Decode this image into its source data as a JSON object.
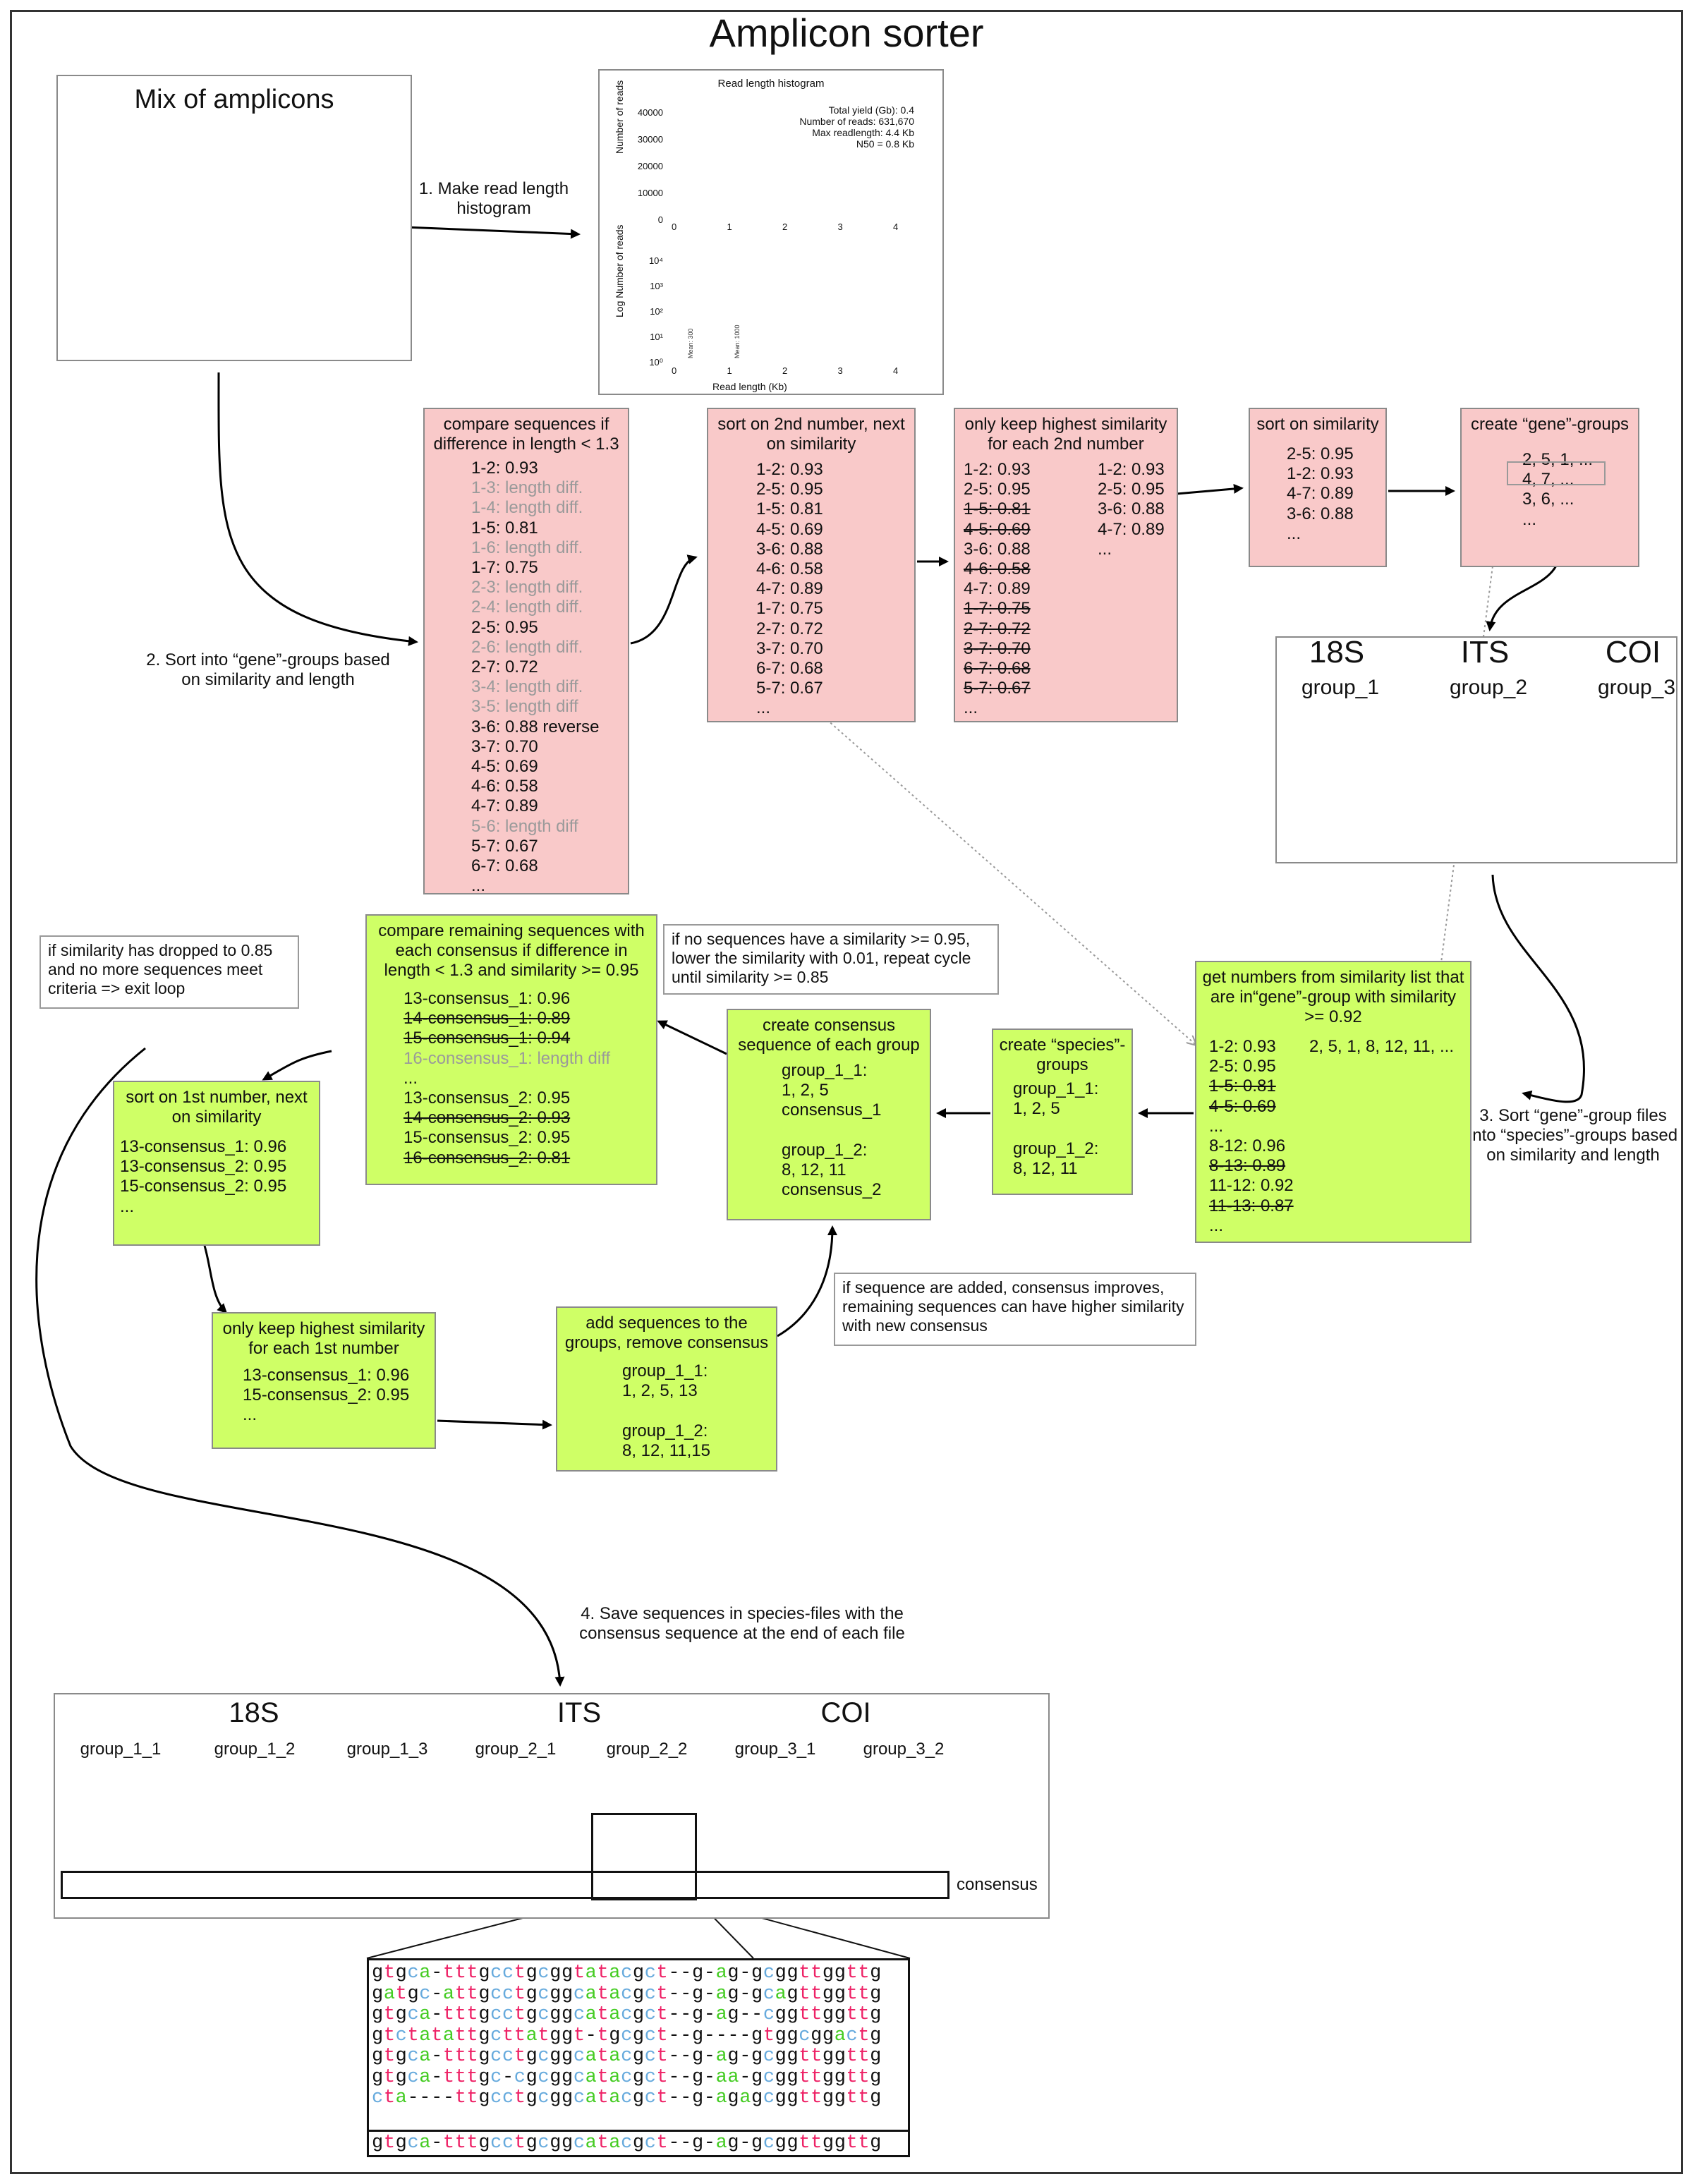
{
  "title": "Amplicon sorter",
  "mix_box": {
    "title": "Mix of amplicons"
  },
  "step1": {
    "label": "1. Make read length histogram"
  },
  "step2": {
    "label": "2. Sort into “gene”-groups based on similarity and length"
  },
  "step3": {
    "label": "3. Sort “gene”-group files into “species”-groups based on similarity and length"
  },
  "step4": {
    "label": "4. Save sequences in species-files with the consensus sequence at the end of each file"
  },
  "histogram": {
    "title": "Read length histogram",
    "stats": [
      "Total yield (Gb): 0.4",
      "Number of reads: 631,670",
      "Max readlength: 4.4 Kb",
      "N50 = 0.8 Kb"
    ],
    "top_ylabel": "Number of reads",
    "top_yticks": [
      "40000",
      "30000",
      "20000",
      "10000",
      "0"
    ],
    "bottom_ylabel": "Log Number of reads",
    "bottom_yticks": [
      "10⁴",
      "10³",
      "10²",
      "10¹",
      "10⁰"
    ],
    "xticks": [
      "0",
      "1",
      "2",
      "3",
      "4"
    ],
    "xlabel": "Read length (Kb)",
    "markers": [
      "Mean: 300",
      "Mean: 1000"
    ],
    "bar_color": "#22aa00"
  },
  "compare_box": {
    "header": "compare sequences if difference in length < 1.3",
    "items": [
      {
        "t": "1-2: 0.93",
        "s": "normal"
      },
      {
        "t": "1-3: length diff.",
        "s": "gray"
      },
      {
        "t": "1-4: length diff.",
        "s": "gray"
      },
      {
        "t": "1-5: 0.81",
        "s": "normal"
      },
      {
        "t": "1-6: length diff.",
        "s": "gray"
      },
      {
        "t": "1-7: 0.75",
        "s": "normal"
      },
      {
        "t": "2-3: length diff.",
        "s": "gray"
      },
      {
        "t": "2-4: length diff.",
        "s": "gray"
      },
      {
        "t": "2-5: 0.95",
        "s": "normal"
      },
      {
        "t": "2-6: length diff.",
        "s": "gray"
      },
      {
        "t": "2-7: 0.72",
        "s": "normal"
      },
      {
        "t": "3-4: length diff.",
        "s": "gray"
      },
      {
        "t": "3-5: length diff",
        "s": "gray"
      },
      {
        "t": "3-6: 0.88 reverse",
        "s": "normal"
      },
      {
        "t": "3-7: 0.70",
        "s": "normal"
      },
      {
        "t": "4-5: 0.69",
        "s": "normal"
      },
      {
        "t": "4-6: 0.58",
        "s": "normal"
      },
      {
        "t": "4-7: 0.89",
        "s": "normal"
      },
      {
        "t": "5-6: length diff",
        "s": "gray"
      },
      {
        "t": "5-7: 0.67",
        "s": "normal"
      },
      {
        "t": "6-7: 0.68",
        "s": "normal"
      },
      {
        "t": "...",
        "s": "normal"
      }
    ]
  },
  "sort2_box": {
    "header": "sort on 2nd number, next on similarity",
    "items": [
      {
        "t": "1-2: 0.93",
        "s": "normal"
      },
      {
        "t": "2-5: 0.95",
        "s": "normal"
      },
      {
        "t": "1-5: 0.81",
        "s": "normal"
      },
      {
        "t": "4-5: 0.69",
        "s": "normal"
      },
      {
        "t": "3-6: 0.88",
        "s": "normal"
      },
      {
        "t": "4-6: 0.58",
        "s": "normal"
      },
      {
        "t": "4-7: 0.89",
        "s": "normal"
      },
      {
        "t": "1-7: 0.75",
        "s": "normal"
      },
      {
        "t": "2-7: 0.72",
        "s": "normal"
      },
      {
        "t": "3-7: 0.70",
        "s": "normal"
      },
      {
        "t": "6-7: 0.68",
        "s": "normal"
      },
      {
        "t": "5-7: 0.67",
        "s": "normal"
      },
      {
        "t": "...",
        "s": "normal"
      }
    ]
  },
  "keep2_box": {
    "header": "only keep highest similarity for each 2nd number",
    "items": [
      {
        "t": "1-2: 0.93",
        "s": "normal"
      },
      {
        "t": "2-5: 0.95",
        "s": "normal"
      },
      {
        "t": "1-5: 0.81",
        "s": "strike"
      },
      {
        "t": "4-5: 0.69",
        "s": "strike"
      },
      {
        "t": "3-6: 0.88",
        "s": "normal"
      },
      {
        "t": "4-6: 0.58",
        "s": "strike"
      },
      {
        "t": "4-7: 0.89",
        "s": "normal"
      },
      {
        "t": "1-7: 0.75",
        "s": "strike"
      },
      {
        "t": "2-7: 0.72",
        "s": "strike"
      },
      {
        "t": "3-7: 0.70",
        "s": "strike"
      },
      {
        "t": "6-7: 0.68",
        "s": "strike"
      },
      {
        "t": "5-7: 0.67",
        "s": "strike"
      },
      {
        "t": "...",
        "s": "normal"
      }
    ],
    "result": [
      "1-2: 0.93",
      "2-5: 0.95",
      "3-6: 0.88",
      "4-7: 0.89",
      "..."
    ]
  },
  "sortsim_box": {
    "header": "sort on similarity",
    "items": [
      "2-5: 0.95",
      "1-2: 0.93",
      "4-7: 0.89",
      "3-6: 0.88",
      "..."
    ]
  },
  "genegroups_box": {
    "header": "create “gene”-groups",
    "items": [
      "2, 5, 1, ...",
      "4, 7, ...",
      "3, 6, ...",
      "..."
    ]
  },
  "gene_panel": {
    "genes": [
      "18S",
      "ITS",
      "COI"
    ],
    "groups": [
      "group_1",
      "group_2",
      "group_3"
    ]
  },
  "getnum_box": {
    "header": "get numbers from similarity list that are in“gene”-group with similarity >= 0.92",
    "items": [
      {
        "t": "1-2: 0.93",
        "s": "normal"
      },
      {
        "t": "2-5: 0.95",
        "s": "normal"
      },
      {
        "t": "1-5: 0.81",
        "s": "strike"
      },
      {
        "t": "4-5: 0.69",
        "s": "strike"
      },
      {
        "t": "...",
        "s": "normal"
      },
      {
        "t": "8-12: 0.96",
        "s": "normal"
      },
      {
        "t": "8-13: 0.89",
        "s": "strike"
      },
      {
        "t": "11-12: 0.92",
        "s": "normal"
      },
      {
        "t": "11-13: 0.87",
        "s": "strike"
      },
      {
        "t": "...",
        "s": "normal"
      }
    ],
    "group_list": "2, 5, 1, 8, 12, 11, ..."
  },
  "species_box": {
    "header": "create “species”-groups",
    "items": [
      "group_1_1:",
      "1, 2, 5",
      "",
      "group_1_2:",
      "8, 12, 11"
    ]
  },
  "consensus_box": {
    "header": "create consensus sequence of each group",
    "items": [
      "group_1_1:",
      "1, 2, 5",
      "consensus_1",
      "",
      "group_1_2:",
      "8, 12, 11",
      "consensus_2"
    ]
  },
  "compare_rem_box": {
    "header": "compare remaining sequences with each consensus if difference in length < 1.3 and similarity >= 0.95",
    "items": [
      {
        "t": "13-consensus_1: 0.96",
        "s": "normal"
      },
      {
        "t": "14-consensus_1: 0.89",
        "s": "strike"
      },
      {
        "t": "15-consensus_1: 0.94",
        "s": "strike"
      },
      {
        "t": "16-consensus_1: length diff",
        "s": "gray"
      },
      {
        "t": "...",
        "s": "normal"
      },
      {
        "t": "13-consensus_2: 0.95",
        "s": "normal"
      },
      {
        "t": "14-consensus_2: 0.93",
        "s": "strike"
      },
      {
        "t": "15-consensus_2: 0.95",
        "s": "normal"
      },
      {
        "t": "16-consensus_2: 0.81",
        "s": "strike"
      }
    ]
  },
  "sort1_box": {
    "header": "sort on 1st number, next on similarity",
    "items": [
      "13-consensus_1: 0.96",
      "13-consensus_2: 0.95",
      "15-consensus_2: 0.95",
      "..."
    ]
  },
  "keep1_box": {
    "header": "only keep highest similarity for each 1st number",
    "items": [
      "13-consensus_1: 0.96",
      "15-consensus_2: 0.95",
      "..."
    ]
  },
  "add_box": {
    "header": "add sequences to the groups, remove consensus",
    "items": [
      "group_1_1:",
      "1, 2, 5, 13",
      "",
      "group_1_2:",
      "8, 12, 11,15"
    ]
  },
  "notes": {
    "exit": "if similarity has dropped to 0.85 and no more sequences meet criteria => exit loop",
    "lower": "if no sequences have a similarity >= 0.95, lower the similarity with 0.01, repeat cycle until similarity >= 0.85",
    "improve": "if sequence are added, consensus improves, remaining sequences can have higher similarity with new consensus"
  },
  "final_panel": {
    "genes": [
      "18S",
      "ITS",
      "COI"
    ],
    "groups": [
      "group_1_1",
      "group_1_2",
      "group_1_3",
      "group_2_1",
      "group_2_2",
      "group_3_1",
      "group_3_2"
    ],
    "consensus_label": "consensus"
  },
  "alignment": {
    "rows": [
      "gtgca-tttgcctgcggtatacgct--g-ag-gcggttggttg",
      "gatgc-attgcctgcggcatacgct--g-ag-gcagttggttg",
      "gtgca-tttgcctgcggcatacgct--g-ag--cggttggttg",
      "gtctatattgcttatggt-tgcgct--g----gtggcggactg",
      "gtgca-tttgcctgcggcatacgct--g-ag-gcggttggttg",
      "gtgca-tttgc-cgcggcatacgct--g-aa-gcggttggttg",
      "cta----ttgcctgcggcatacgct--g-agagcggttggttg"
    ],
    "consensus": "gtgca-tttgcctgcggcatacgct--g-ag-gcggttggttg"
  },
  "colors": {
    "pink_box": "#f9c9c9",
    "green_box": "#cfff66",
    "base_a": "#44cc22",
    "base_c": "#66aadd",
    "base_g": "#111111",
    "base_t": "#ee2266"
  }
}
